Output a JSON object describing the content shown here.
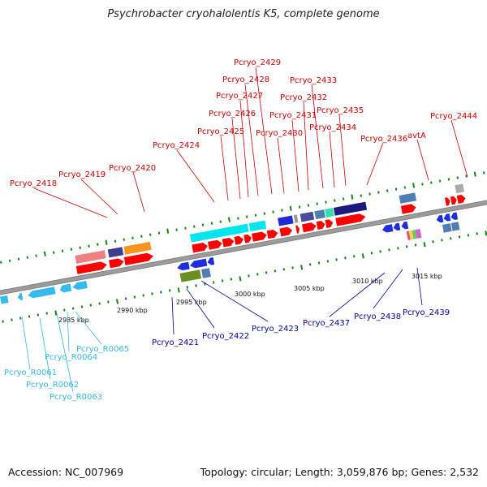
{
  "title": "Psychrobacter cryohalolentis K5, complete genome",
  "footer": {
    "accession": "Accession: NC_007969",
    "summary": "Topology: circular; Length: 3,059,876 bp; Genes: 2,532"
  },
  "colors": {
    "forward_gene": "#ff0000",
    "reverse_gene": "#0000cc",
    "rna_gene": "#33bbee",
    "forward_label": "#cc0000",
    "reverse_label": "#000099",
    "rna_label": "#33bbdd",
    "tick": "#118811",
    "backbone": "#999999"
  },
  "scale_labels": [
    "2985 kbp",
    "2990 kbp",
    "2995 kbp",
    "3000 kbp",
    "3005 kbp",
    "3010 kbp",
    "3015 kbp"
  ],
  "forward_labels": [
    "Pcryo_2418",
    "Pcryo_2419",
    "Pcryo_2420",
    "Pcryo_2424",
    "Pcryo_2425",
    "Pcryo_2426",
    "Pcryo_2427",
    "Pcryo_2428",
    "Pcryo_2429",
    "Pcryo_2430",
    "Pcryo_2431",
    "Pcryo_2432",
    "Pcryo_2433",
    "Pcryo_2434",
    "Pcryo_2435",
    "Pcryo_2436",
    "avtA",
    "Pcryo_2444"
  ],
  "reverse_labels": [
    "Pcryo_2421",
    "Pcryo_2422",
    "Pcryo_2423",
    "Pcryo_2437",
    "Pcryo_2438",
    "Pcryo_2439"
  ],
  "rna_labels": [
    "Pcryo_R0061",
    "Pcryo_R0062",
    "Pcryo_R0063",
    "Pcryo_R0064",
    "Pcryo_R0065"
  ]
}
